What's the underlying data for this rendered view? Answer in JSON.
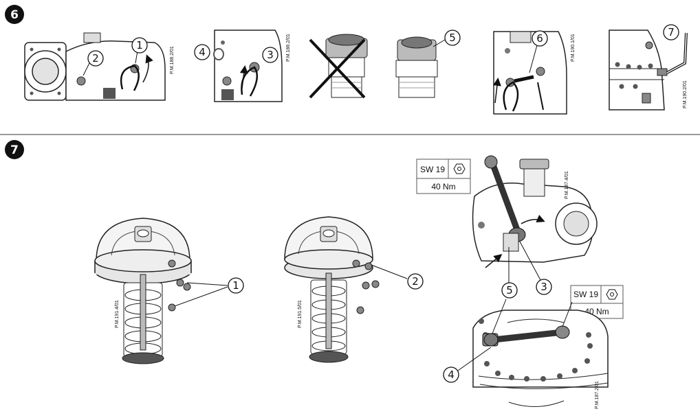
{
  "steps": {
    "six": "6",
    "seven": "7"
  },
  "step6": {
    "callouts": {
      "c1": "1",
      "c2": "2",
      "c3": "3",
      "c4": "4",
      "c5": "5",
      "c6": "6",
      "c7": "7"
    },
    "codes": {
      "a": "P.M.188.2/01",
      "b": "P.M.188.2/01",
      "c": "P.M.190.1/01",
      "d": "P.M.190.2/01"
    }
  },
  "step7": {
    "callouts": {
      "c1": "1",
      "c2": "2",
      "c3": "3",
      "c4": "4",
      "c5": "5"
    },
    "codes": {
      "a": "P.M.191.4/01",
      "b": "P.M.191.5/01",
      "c": "P.M.187.4/01",
      "d": "P.M.187.2/01"
    },
    "spec1": {
      "wrench": "SW 19",
      "torque": "40 Nm"
    },
    "spec2": {
      "wrench": "SW 19",
      "torque": "40 Nm"
    }
  },
  "icons": {
    "wrench_size": "hexagon-nut-icon",
    "forbidden": "cross-out-icon"
  }
}
